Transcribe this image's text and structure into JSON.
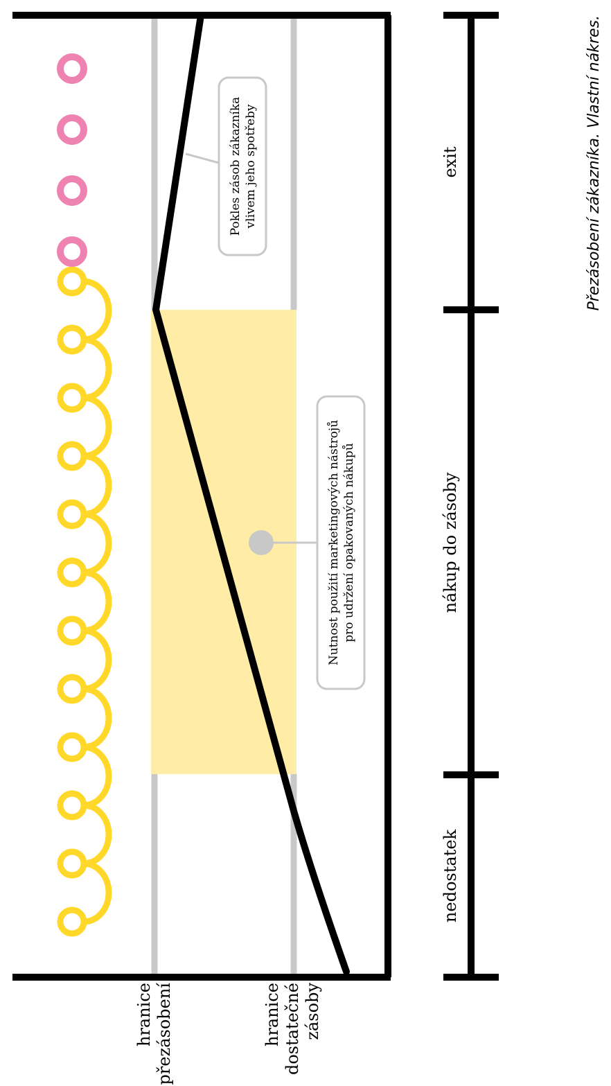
{
  "colors": {
    "frame": "#000000",
    "threshold_line": "#c8c8c8",
    "highlight_zone": "#ffeca6",
    "yellow_loops": "#ffd82a",
    "pink_circles": "#ee82b0",
    "callout_border": "#c8c8c8",
    "marker_dot": "#c8c8c8"
  },
  "thresholds": {
    "overstock_label": [
      "hranice",
      "přezásobení"
    ],
    "sufficient_label": [
      "hranice",
      "dostatečné",
      "zásoby"
    ]
  },
  "phases": {
    "shortage": "nedostatek",
    "stockpiling": "nákup do zásoby",
    "exit": "exit"
  },
  "callouts": {
    "decline": [
      "Pokles zásob zákazníka",
      "vlivem jeho spotřeby"
    ],
    "marketing": [
      "Nutnost použití marketingových nástrojů",
      "pro udržení opakovaných nákupů"
    ]
  },
  "caption": "Přezásobení zákazníka. Vlastní nákres.",
  "icons": {
    "repeat_purchase": "yellow-loop-icon",
    "no_purchase": "pink-ring-icon"
  },
  "counts": {
    "yellow_loops": 12,
    "pink_rings": 4
  }
}
